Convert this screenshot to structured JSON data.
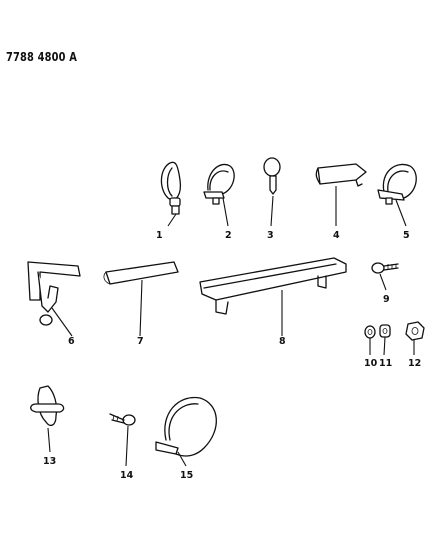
{
  "header": {
    "code": "7788 4800 A"
  },
  "callouts": [
    {
      "id": "1",
      "text": "1"
    },
    {
      "id": "2",
      "text": "2"
    },
    {
      "id": "3",
      "text": "3"
    },
    {
      "id": "4",
      "text": "4"
    },
    {
      "id": "5",
      "text": "5"
    },
    {
      "id": "6",
      "text": "6"
    },
    {
      "id": "7",
      "text": "7"
    },
    {
      "id": "8",
      "text": "8"
    },
    {
      "id": "9",
      "text": "9"
    },
    {
      "id": "10",
      "text": "10"
    },
    {
      "id": "11",
      "text": "11"
    },
    {
      "id": "12",
      "text": "12"
    },
    {
      "id": "13",
      "text": "13"
    },
    {
      "id": "14",
      "text": "14"
    },
    {
      "id": "15",
      "text": "15"
    }
  ]
}
